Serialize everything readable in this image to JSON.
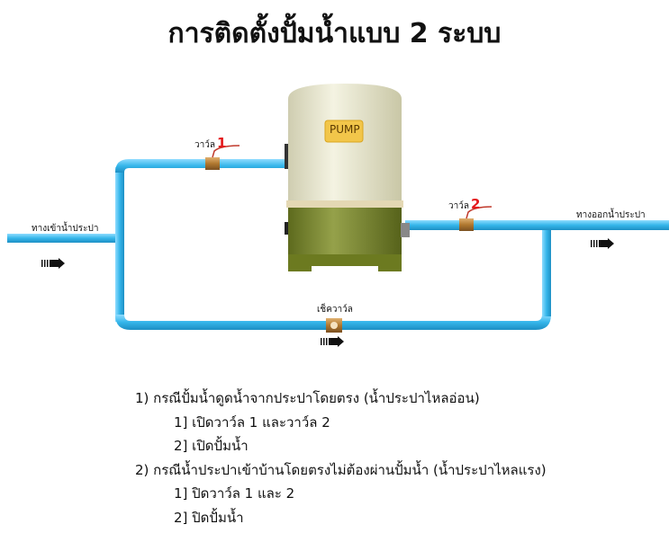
{
  "title": "การติดตั้งปั้มน้ำแบบ 2 ระบบ",
  "diagram": {
    "pump_label": "PUMP",
    "valve1": {
      "label": "วาว์ล",
      "number": "1"
    },
    "valve2": {
      "label": "วาว์ล",
      "number": "2"
    },
    "check_valve_label": "เช็ควาว์ล",
    "inlet_label": "ทางเข้าน้ำประปา",
    "outlet_label": "ทางออกน้ำประปา",
    "colors": {
      "pipe": "#35b6ea",
      "valve_number": "#e4191b",
      "pump_top": "#e9e7cf",
      "pump_bottom": "#7d8a2c"
    }
  },
  "instructions": [
    {
      "text": "1) กรณีปั้มน้ำดูดน้ำจากประปาโดยตรง (น้ำประปาไหลอ่อน)",
      "steps": [
        "1] เปิดวาว์ล 1 และวาว์ล 2",
        "2] เปิดปั้มน้ำ"
      ]
    },
    {
      "text": "2) กรณีน้ำประปาเข้าบ้านโดยตรงไม่ต้องผ่านปั้มน้ำ (น้ำประปาไหลแรง)",
      "steps": [
        "1] ปิดวาว์ล 1 และ 2",
        "2] ปิดปั้มน้ำ"
      ]
    }
  ]
}
